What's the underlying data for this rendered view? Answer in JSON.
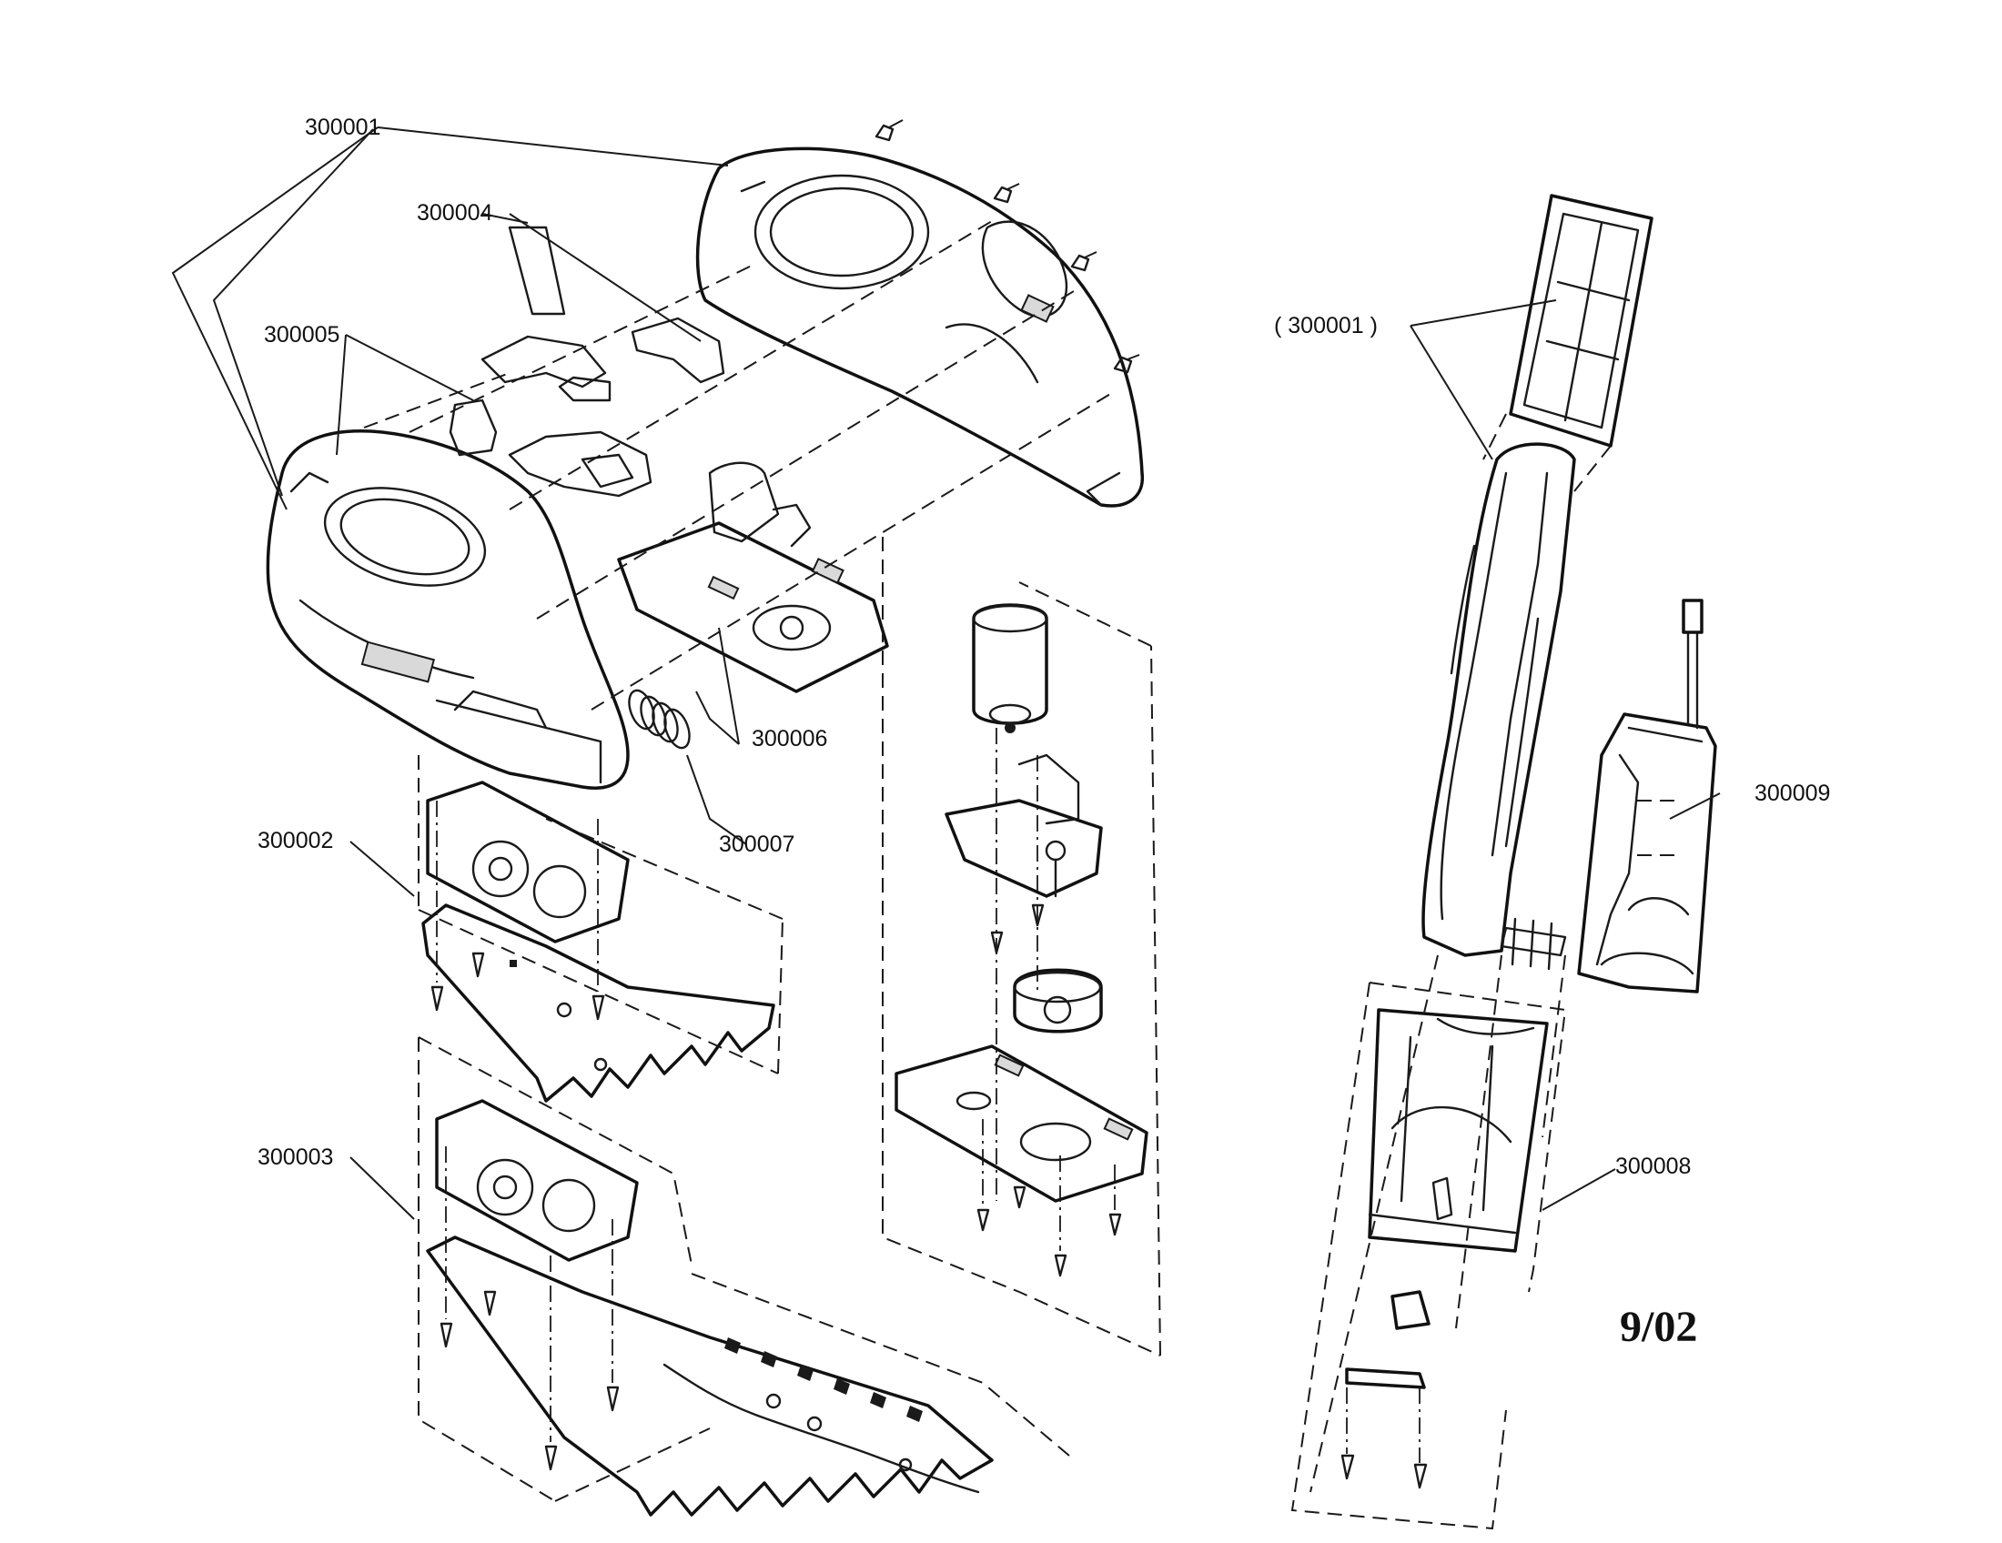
{
  "diagram": {
    "part_labels": [
      {
        "id": "p300001",
        "text": "300001"
      },
      {
        "id": "p300004",
        "text": "300004"
      },
      {
        "id": "p300005",
        "text": "300005"
      },
      {
        "id": "p300002",
        "text": "300002"
      },
      {
        "id": "p300003",
        "text": "300003"
      },
      {
        "id": "p300006",
        "text": "300006"
      },
      {
        "id": "p300007",
        "text": "300007"
      },
      {
        "id": "p300001b",
        "text": "( 300001 )"
      },
      {
        "id": "p300009",
        "text": "300009"
      },
      {
        "id": "p300008",
        "text": "300008"
      }
    ],
    "date": "9/02"
  }
}
